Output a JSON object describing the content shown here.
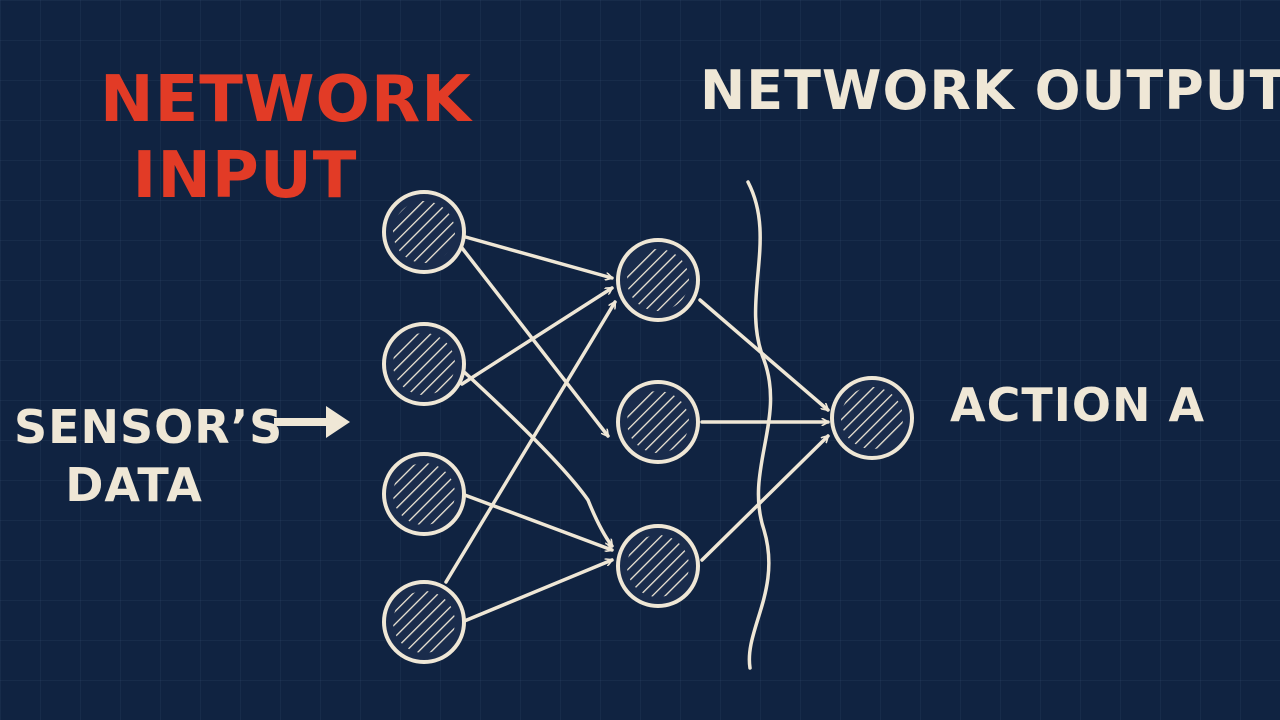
{
  "input_title": {
    "line1": "NETWORK",
    "line2": "INPUT"
  },
  "output_title": "NETWORK OUTPUT",
  "sensor_label": {
    "line1": "SENSOR’S",
    "line2": "DATA"
  },
  "action_label": "ACTION A",
  "colors": {
    "background": "#102341",
    "accent": "#e23b26",
    "chalk": "#efe7d6",
    "node_fill": "#1a2c4c"
  },
  "network": {
    "layers": [
      4,
      3,
      1
    ],
    "node_icon": "hatched-circle"
  }
}
